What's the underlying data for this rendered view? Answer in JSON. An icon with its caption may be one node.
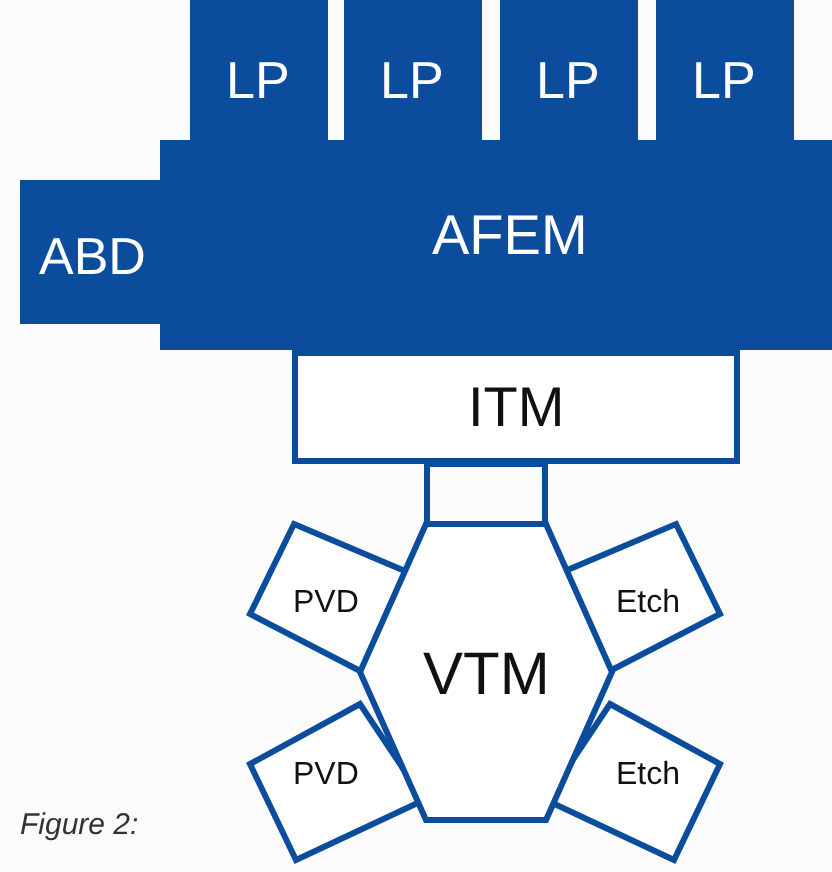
{
  "diagram": {
    "caption": "Figure 2:",
    "nodes": [
      {
        "text": [
          "LP"
        ]
      },
      {
        "text": [
          "LP"
        ]
      },
      {
        "text": [
          "LP"
        ]
      },
      {
        "text": [
          "LP"
        ]
      },
      {
        "text": [
          "ABD"
        ]
      },
      {
        "text": [
          "AFEM"
        ]
      },
      {
        "text": [
          "ITM"
        ]
      },
      {
        "text": [
          "PVD"
        ]
      },
      {
        "text": [
          "Etch"
        ]
      },
      {
        "text": [
          "VTM"
        ]
      },
      {
        "text": [
          "PVD"
        ]
      },
      {
        "text": [
          "Etch"
        ]
      }
    ],
    "edges": [
      {
        "from": 6,
        "to": 9,
        "arrow": "none"
      }
    ]
  }
}
